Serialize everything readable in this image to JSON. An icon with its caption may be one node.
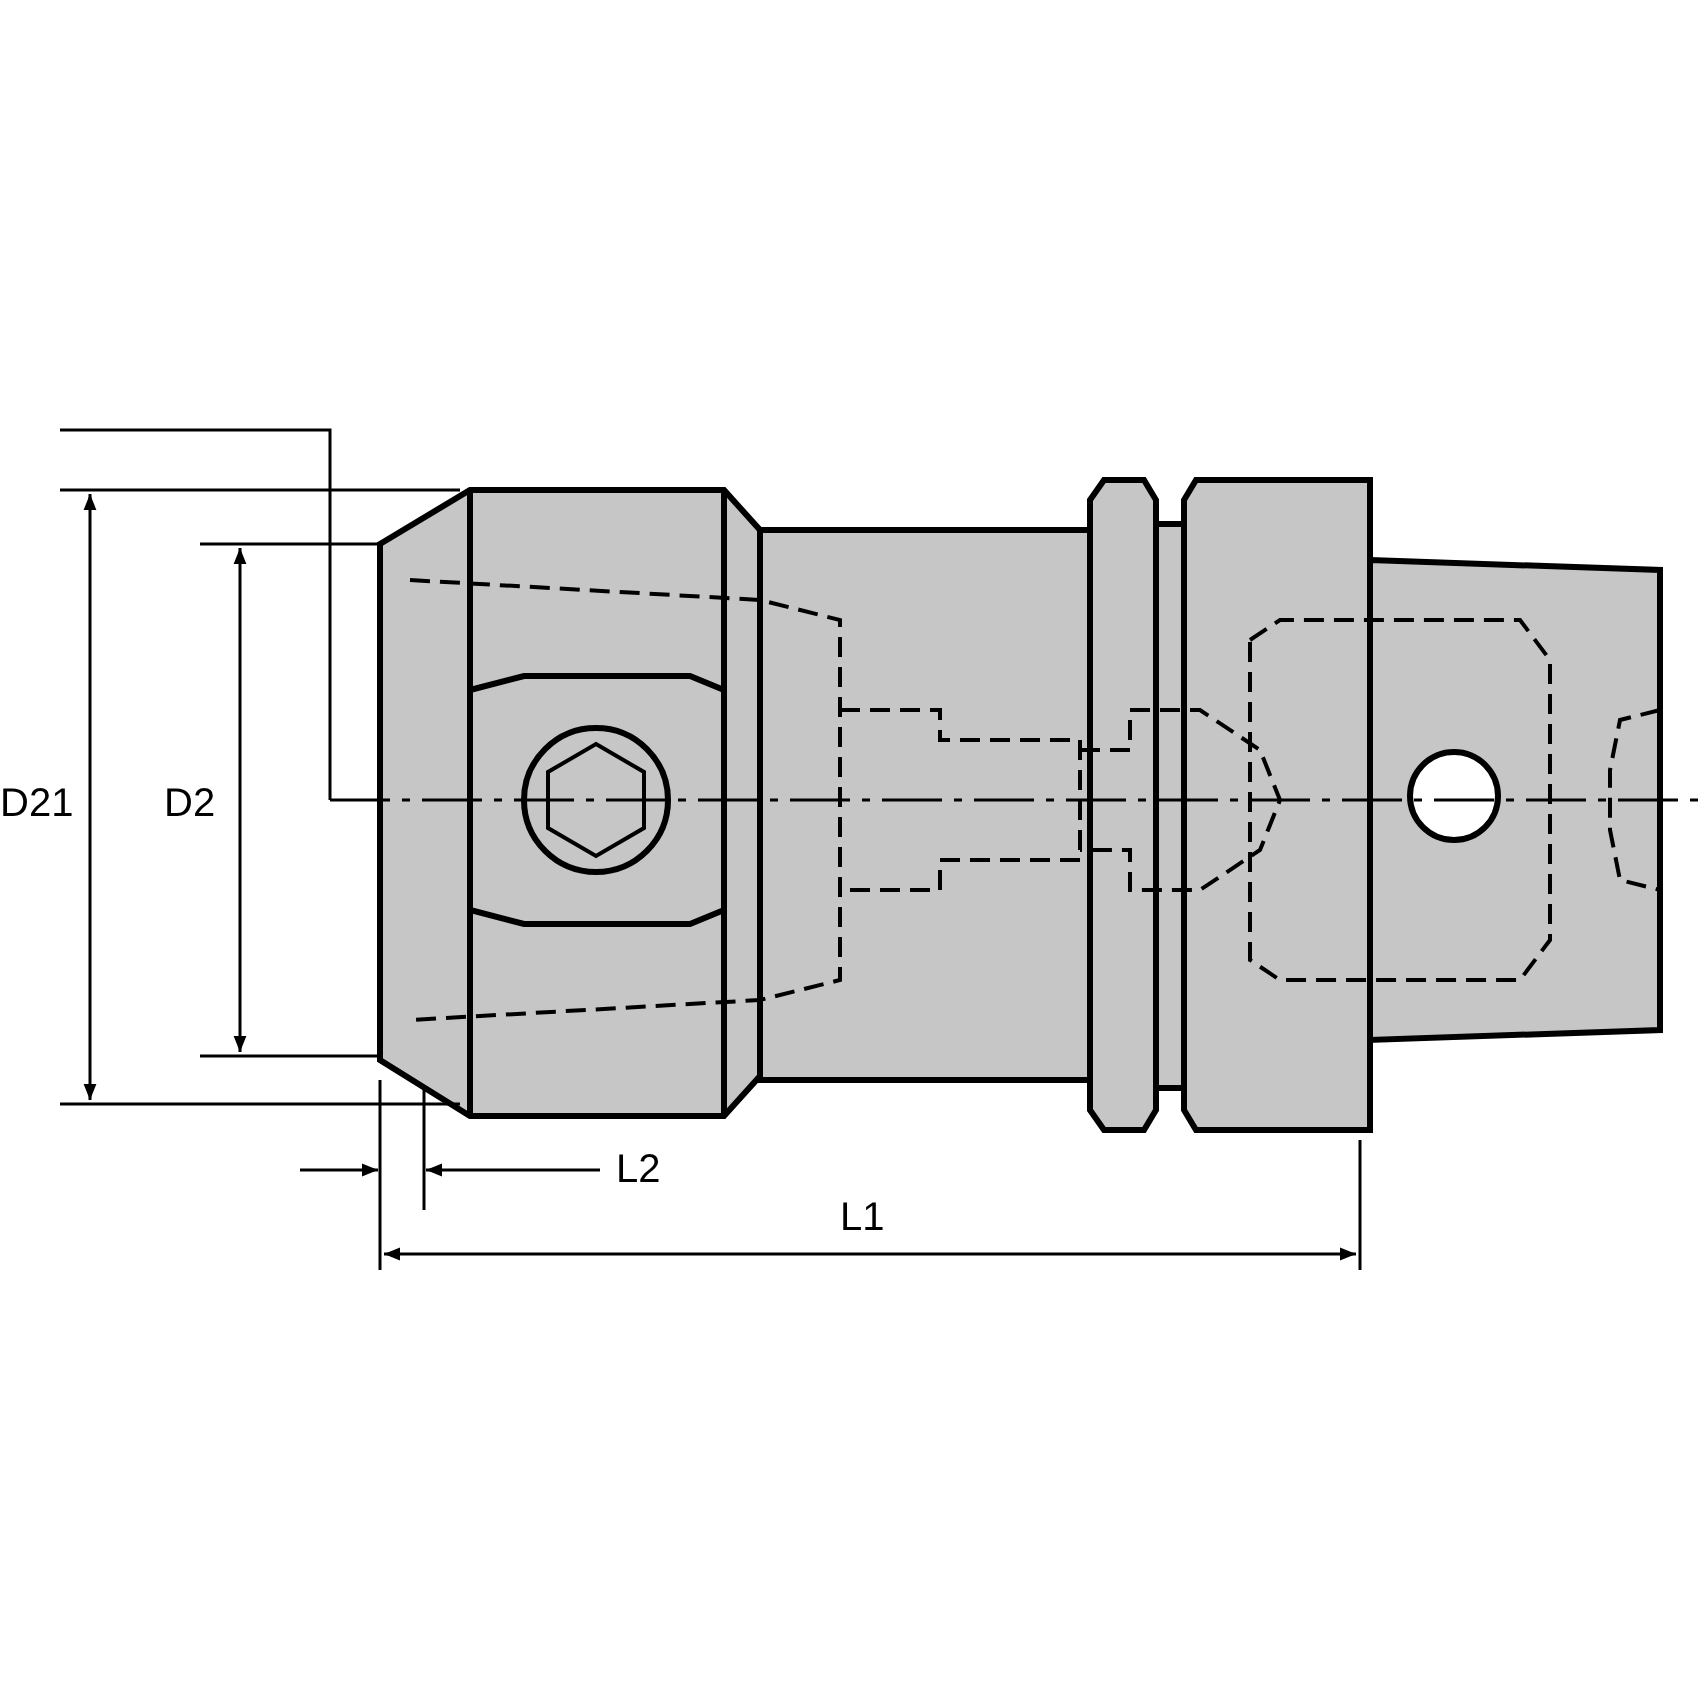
{
  "diagram": {
    "labels": [
      "D21",
      "D2",
      "L2",
      "L1"
    ]
  }
}
